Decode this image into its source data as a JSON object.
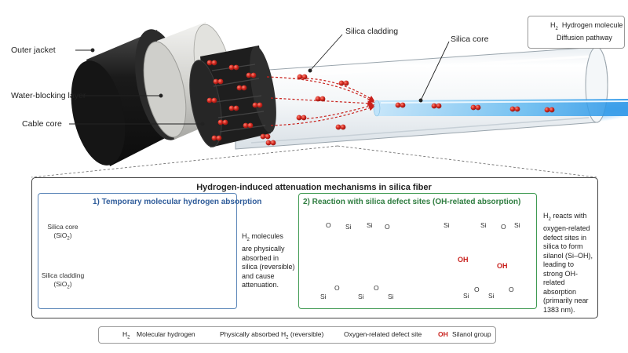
{
  "labels": {
    "outer_jacket": "Outer jacket",
    "water_blocking": "Water-blocking layer",
    "cable_core": "Cable core",
    "silica_cladding": "Silica cladding",
    "silica_core": "Silica core"
  },
  "top_legend": {
    "h2_symbol": "H",
    "h2_sub": "2",
    "hydrogen_molecule": "Hydrogen molecule",
    "diffusion_pathway": "Diffusion pathway"
  },
  "panel": {
    "title": "Hydrogen-induced attenuation mechanisms in silica fiber",
    "left": {
      "title": "1) Temporary molecular hydrogen absorption",
      "core_label_1": "Silica core",
      "core_label_2": "(SiO",
      "cladding_label_1": "Silica cladding",
      "cladding_label_2": "(SiO",
      "sub2": "2",
      "close_paren": ")",
      "note_1": "H",
      "note_1b": " molecules",
      "note_2": "are physically",
      "note_3": "absorbed in",
      "note_4": "silica (reversible)",
      "note_5": "and cause",
      "note_6": "attenuation."
    },
    "right": {
      "title": "2) Reaction with silica defect sites (OH-related absorption)",
      "si": "Si",
      "o": "O",
      "oh": "OH",
      "note_1": "H",
      "note_1b": " reacts with",
      "note_2": "oxygen-related",
      "note_3": "defect sites in",
      "note_4": "silica to form",
      "note_5": "silanol (Si–OH),",
      "note_6": "leading to",
      "note_7": "strong OH-related",
      "note_8": "absorption",
      "note_9": "(primarily near",
      "note_10": "1383 nm)."
    }
  },
  "bottom_legend": {
    "h2": "H",
    "h2_sub": "2",
    "molecular_hydrogen": "Molecular hydrogen",
    "phys_absorbed": "Physically absorbed H",
    "phys_absorbed_tail": " (reversible)",
    "defect_site": "Oxygen-related defect site",
    "oh": "OH",
    "silanol": "Silanol group"
  },
  "colors": {
    "hydrogen": "#c8201c",
    "blue_dashed": "#4a72b0",
    "green_dashed": "#3f9a52",
    "oh_red": "#c8201c",
    "core_glow": "#4fb0ee"
  }
}
